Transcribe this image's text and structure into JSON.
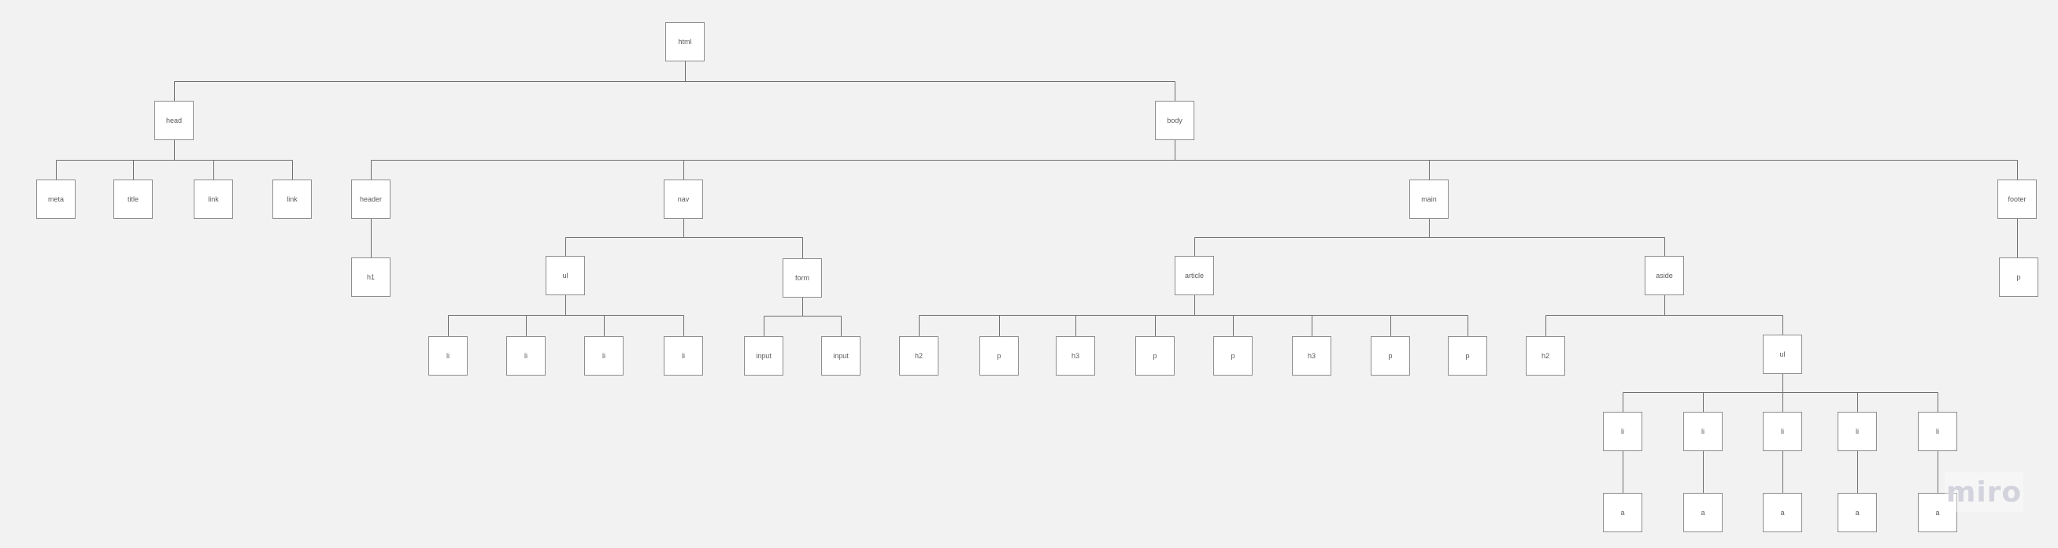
{
  "brand": {
    "watermark": "miro"
  },
  "colors": {
    "background": "#f2f2f2",
    "node_fill": "#ffffff",
    "node_border": "#8e8e8e",
    "edge": "#6f6f6f",
    "label": "#5a5a5a",
    "watermark": "#d3d3de"
  },
  "nodes": [
    {
      "id": "html",
      "label": "html",
      "parent": null
    },
    {
      "id": "head",
      "label": "head",
      "parent": "html"
    },
    {
      "id": "body",
      "label": "body",
      "parent": "html"
    },
    {
      "id": "meta",
      "label": "meta",
      "parent": "head"
    },
    {
      "id": "title",
      "label": "title",
      "parent": "head"
    },
    {
      "id": "link1",
      "label": "link",
      "parent": "head"
    },
    {
      "id": "link2",
      "label": "link",
      "parent": "head"
    },
    {
      "id": "header",
      "label": "header",
      "parent": "body"
    },
    {
      "id": "nav",
      "label": "nav",
      "parent": "body"
    },
    {
      "id": "main",
      "label": "main",
      "parent": "body"
    },
    {
      "id": "footer",
      "label": "footer",
      "parent": "body"
    },
    {
      "id": "h1",
      "label": "h1",
      "parent": "header"
    },
    {
      "id": "ul1",
      "label": "ul",
      "parent": "nav"
    },
    {
      "id": "form",
      "label": "form",
      "parent": "nav"
    },
    {
      "id": "li1",
      "label": "li",
      "parent": "ul1"
    },
    {
      "id": "li2",
      "label": "li",
      "parent": "ul1"
    },
    {
      "id": "li3",
      "label": "li",
      "parent": "ul1"
    },
    {
      "id": "li4",
      "label": "li",
      "parent": "ul1"
    },
    {
      "id": "input1",
      "label": "input",
      "parent": "form"
    },
    {
      "id": "input2",
      "label": "input",
      "parent": "form"
    },
    {
      "id": "article",
      "label": "article",
      "parent": "main"
    },
    {
      "id": "aside",
      "label": "aside",
      "parent": "main"
    },
    {
      "id": "a_h2",
      "label": "h2",
      "parent": "article"
    },
    {
      "id": "a_p1",
      "label": "p",
      "parent": "article"
    },
    {
      "id": "a_h3a",
      "label": "h3",
      "parent": "article"
    },
    {
      "id": "a_p2",
      "label": "p",
      "parent": "article"
    },
    {
      "id": "a_p3",
      "label": "p",
      "parent": "article"
    },
    {
      "id": "a_h3b",
      "label": "h3",
      "parent": "article"
    },
    {
      "id": "a_p4",
      "label": "p",
      "parent": "article"
    },
    {
      "id": "a_p5",
      "label": "p",
      "parent": "article"
    },
    {
      "id": "s_h2",
      "label": "h2",
      "parent": "aside"
    },
    {
      "id": "ul2",
      "label": "ul",
      "parent": "aside"
    },
    {
      "id": "li5",
      "label": "li",
      "parent": "ul2"
    },
    {
      "id": "li6",
      "label": "li",
      "parent": "ul2"
    },
    {
      "id": "li7",
      "label": "li",
      "parent": "ul2"
    },
    {
      "id": "li8",
      "label": "li",
      "parent": "ul2"
    },
    {
      "id": "li9",
      "label": "li",
      "parent": "ul2"
    },
    {
      "id": "a1",
      "label": "a",
      "parent": "li5"
    },
    {
      "id": "a2",
      "label": "a",
      "parent": "li6"
    },
    {
      "id": "a3",
      "label": "a",
      "parent": "li7"
    },
    {
      "id": "a4",
      "label": "a",
      "parent": "li8"
    },
    {
      "id": "a5",
      "label": "a",
      "parent": "li9"
    },
    {
      "id": "f_p",
      "label": "p",
      "parent": "footer"
    }
  ]
}
